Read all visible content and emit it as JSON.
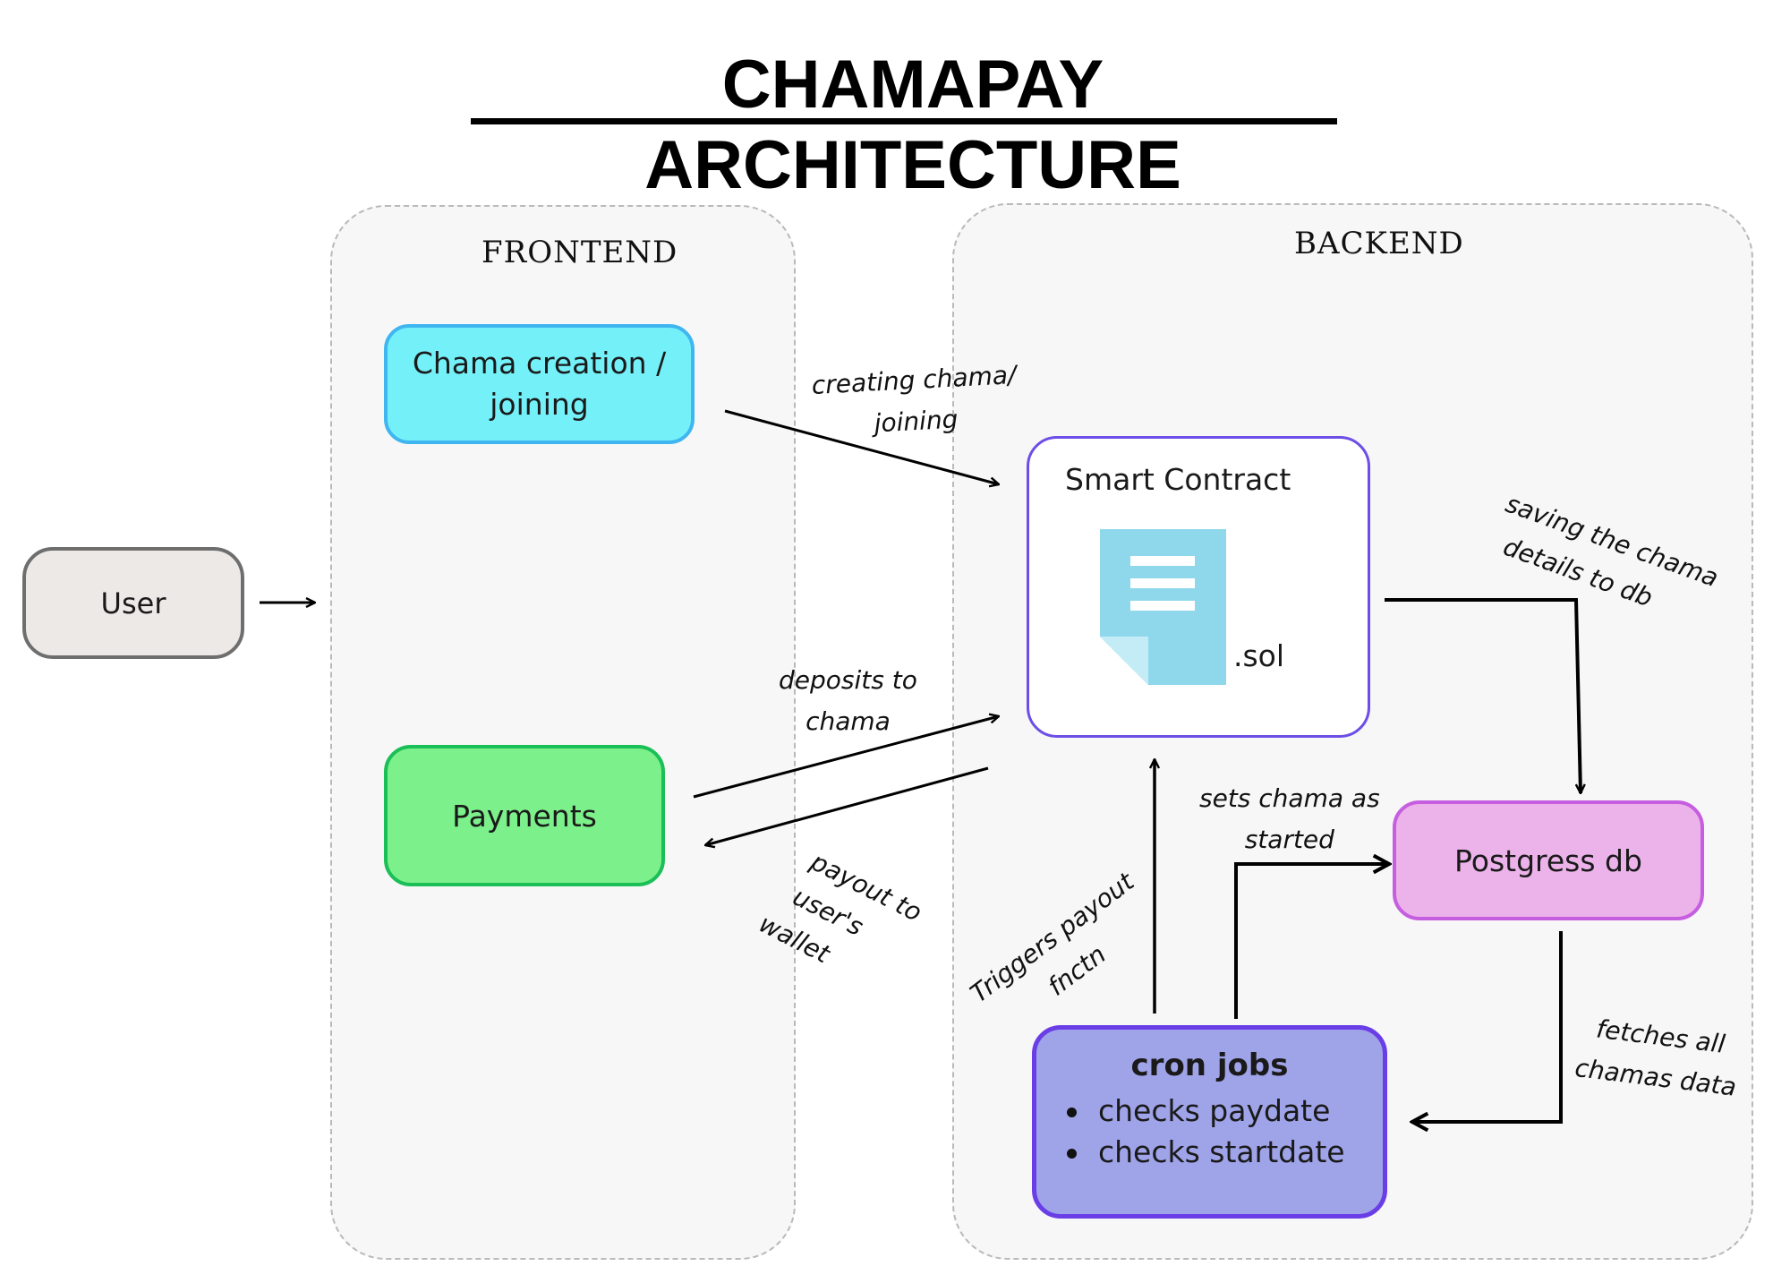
{
  "title": "CHAMAPAY ARCHITECTURE",
  "panels": {
    "frontend": "FRONTEND",
    "backend": "BACKEND"
  },
  "nodes": {
    "user": "User",
    "chama_line1": "Chama creation /",
    "chama_line2": "joining",
    "payments": "Payments",
    "smart_contract": "Smart Contract",
    "sol": ".sol",
    "postgres": "Postgress db",
    "cron": {
      "title": "cron jobs",
      "items": [
        "checks paydate",
        "checks startdate"
      ]
    }
  },
  "edge_labels": {
    "creating_1": "creating chama/",
    "creating_2": "joining",
    "deposits_1": "deposits to",
    "deposits_2": "chama",
    "payout_1": "payout to",
    "payout_2": "user's",
    "payout_3": "wallet",
    "saving_1": "saving the chama",
    "saving_2": "details to db",
    "sets_1": "sets chama as",
    "sets_2": "started",
    "triggers_1": "Triggers payout",
    "triggers_2": "fnctn",
    "fetches_1": "fetches all",
    "fetches_2": "chamas data"
  },
  "icons": {
    "contract_file": "document-icon"
  },
  "colors": {
    "chama": "#74f0f9",
    "payments": "#7cf08b",
    "postgres": "#ecb2ea",
    "cron": "#9fa3e8",
    "user": "#ede9e7"
  }
}
